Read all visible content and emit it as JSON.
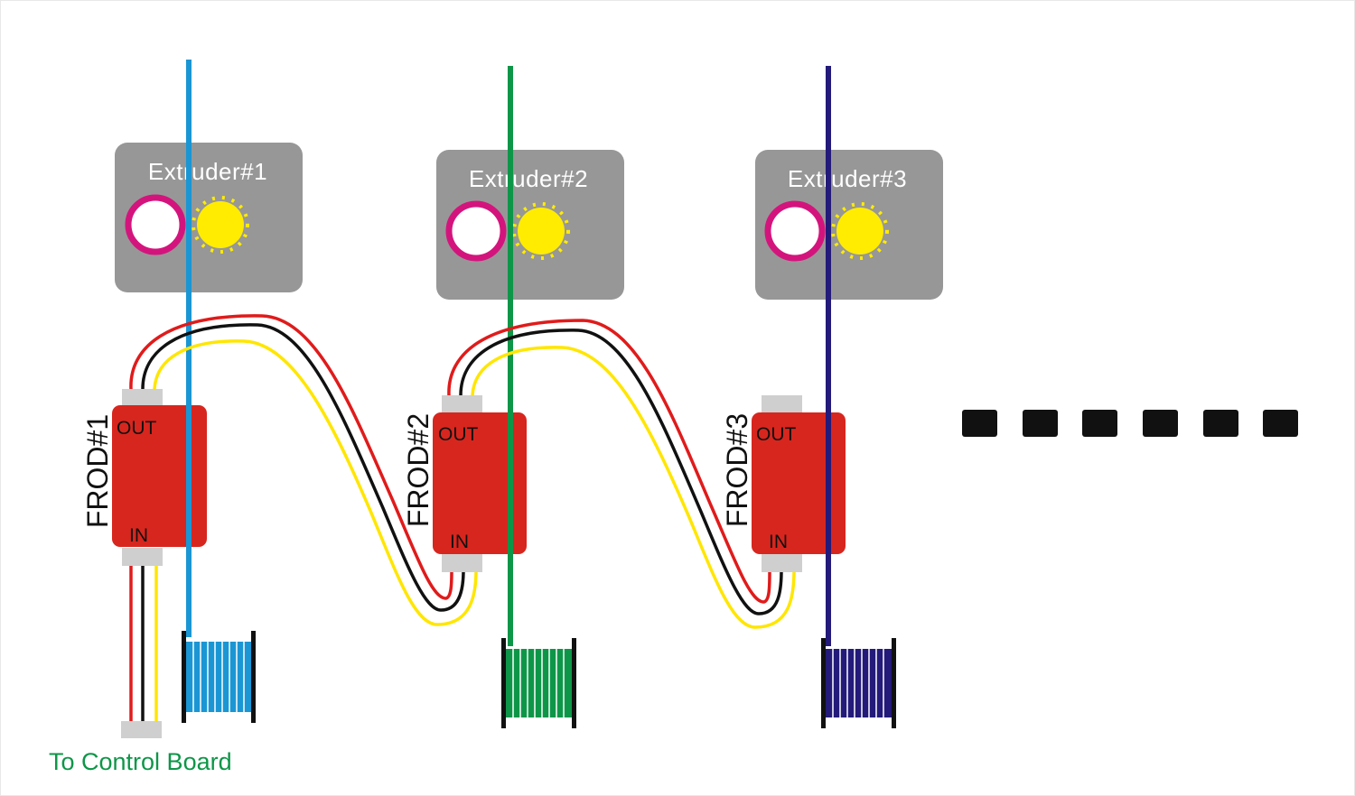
{
  "extruders": [
    {
      "label": "Extruder#1"
    },
    {
      "label": "Extruder#2"
    },
    {
      "label": "Extruder#3"
    }
  ],
  "frods": [
    {
      "label": "FROD#1",
      "out_label": "OUT",
      "in_label": "IN"
    },
    {
      "label": "FROD#2",
      "out_label": "OUT",
      "in_label": "IN"
    },
    {
      "label": "FROD#3",
      "out_label": "OUT",
      "in_label": "IN"
    }
  ],
  "filament_colors": [
    "#1a96d4",
    "#0e9648",
    "#231a7a"
  ],
  "wire_colors": {
    "power": "#e01b1b",
    "ground": "#111111",
    "signal": "#ffe600"
  },
  "colors": {
    "extruder_body": "#979797",
    "frod_body": "#d7261e",
    "nozzle_ring": "#d4147d",
    "heater": "#ffec00",
    "connector": "#cfcfcf",
    "continuation": "#111111"
  },
  "continuation_blocks": 6,
  "footer": {
    "label": "To Control Board",
    "color": "#0e9648"
  }
}
